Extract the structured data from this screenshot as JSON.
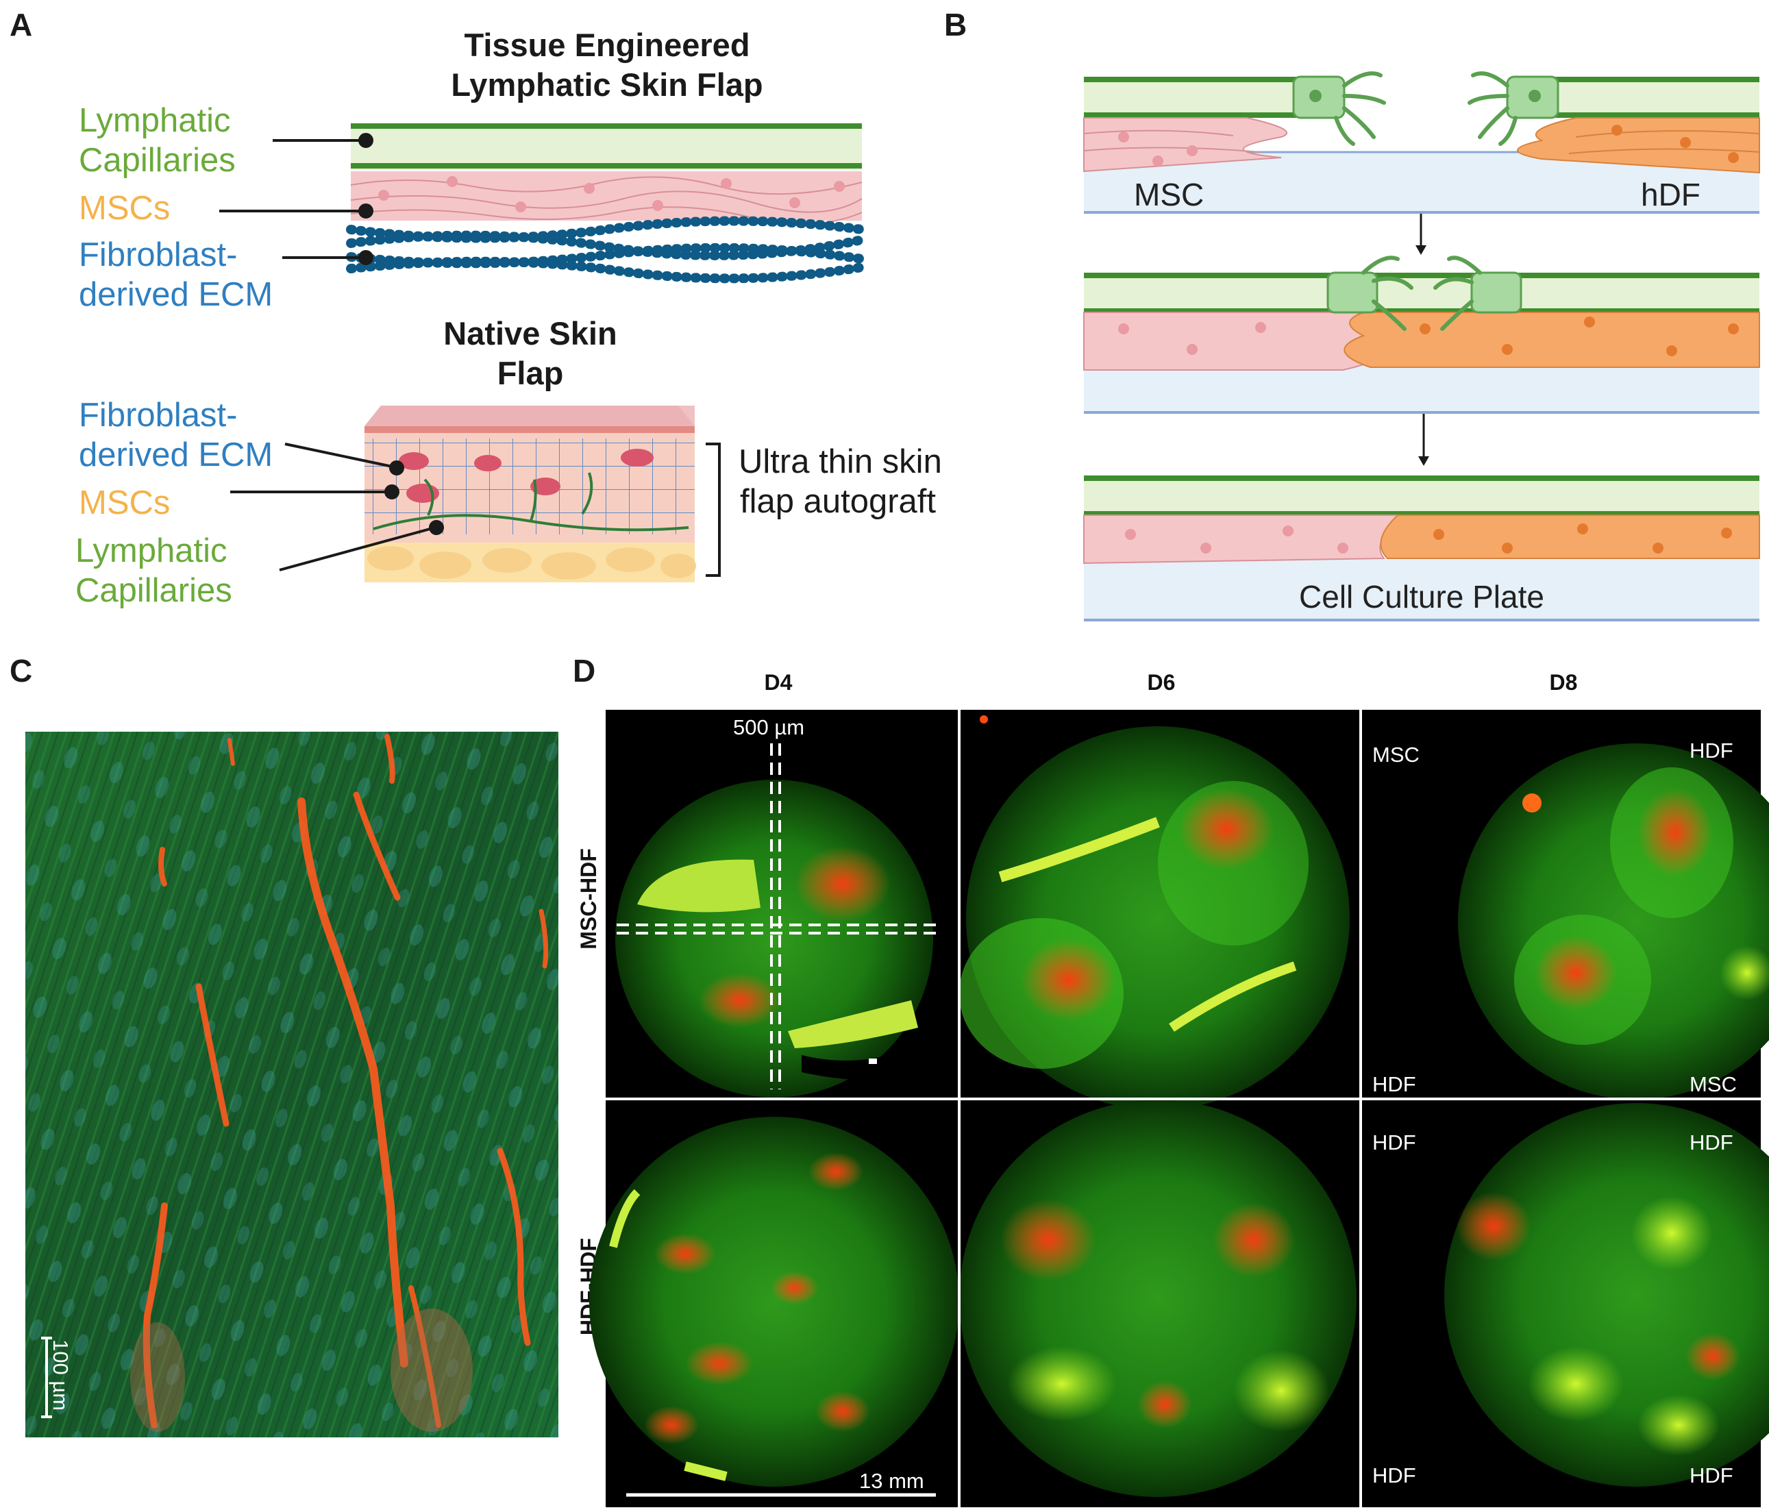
{
  "panels": {
    "a": "A",
    "b": "B",
    "c": "C",
    "d": "D"
  },
  "panel_a": {
    "title_line1": "Tissue Engineered",
    "title_line2": "Lymphatic Skin Flap",
    "te_labels": {
      "lymphatic_1": "Lymphatic",
      "lymphatic_2": "Capillaries",
      "mscs": "MSCs",
      "ecm_1": "Fibroblast-",
      "ecm_2": "derived ECM"
    },
    "native_title_line1": "Native Skin",
    "native_title_line2": "Flap",
    "native_labels": {
      "ecm_1": "Fibroblast-",
      "ecm_2": "derived ECM",
      "mscs": "MSCs",
      "lymphatic_1": "Lymphatic",
      "lymphatic_2": "Capillaries"
    },
    "bracket_line1": "Ultra thin skin",
    "bracket_line2": "flap autograft"
  },
  "panel_b": {
    "msc_label": "MSC",
    "hdf_label": "hDF",
    "plate_label": "Cell Culture Plate"
  },
  "panel_c": {
    "scale_label": "100 µm"
  },
  "panel_d": {
    "columns": [
      "D4",
      "D6",
      "D8"
    ],
    "rows": [
      "MSC-HDF",
      "HDF-HDF"
    ],
    "scale_500": "500 µm",
    "scale_13": "13 mm",
    "quad_labels_top": {
      "tl": "MSC",
      "tr": "HDF",
      "bl": "HDF",
      "br": "MSC"
    },
    "quad_labels_bottom": {
      "tl": "HDF",
      "tr": "HDF",
      "bl": "HDF",
      "br": "HDF"
    }
  },
  "colors": {
    "lymph_green": "#6aaa3a",
    "msc_orange": "#f4b24a",
    "ecm_blue": "#2f7fc1",
    "msc_pink": "#f4c6c8",
    "hdf_orange": "#f6a868",
    "ecm_dots": "#0f5a86"
  }
}
